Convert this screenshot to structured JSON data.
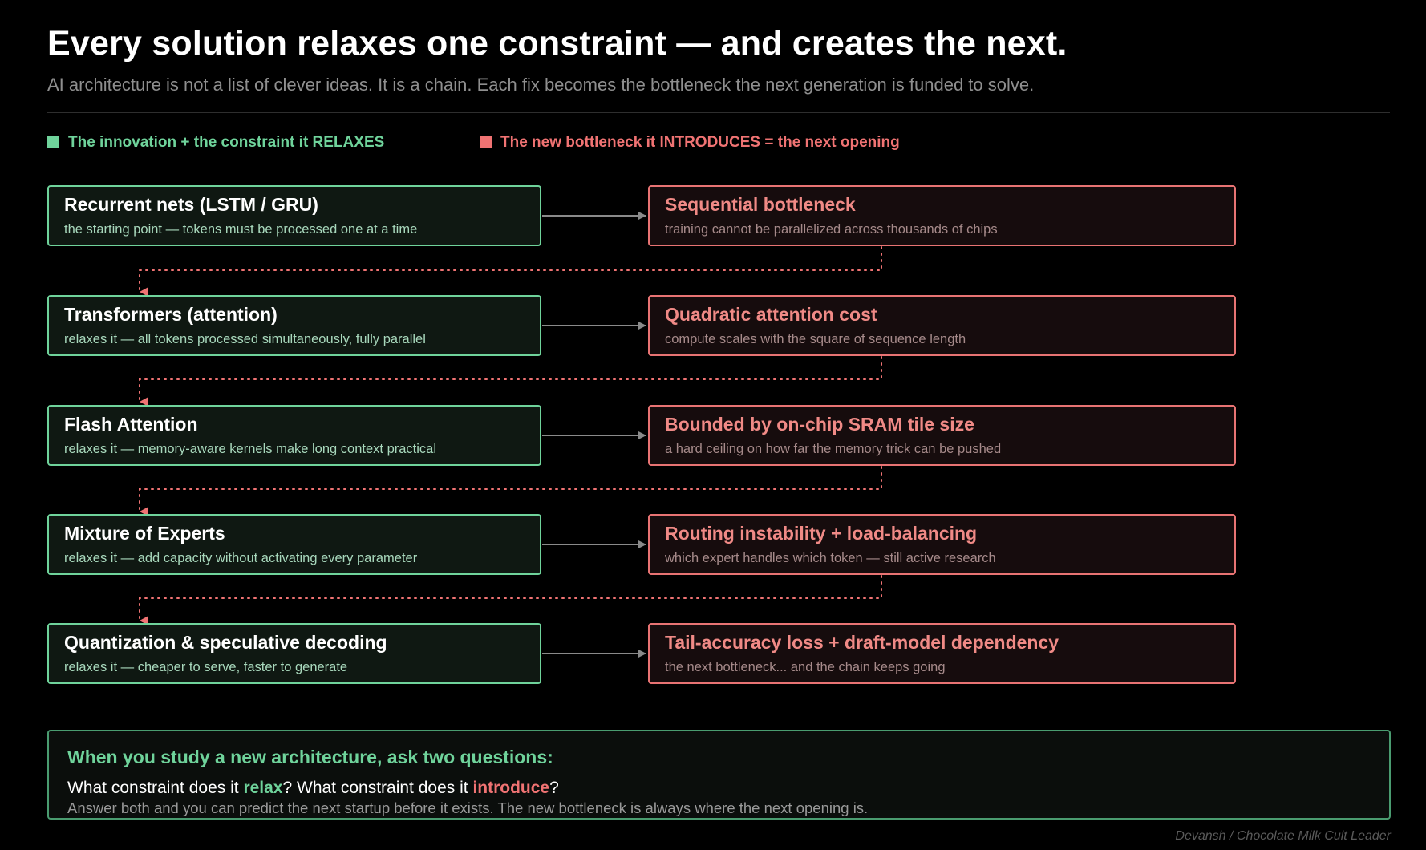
{
  "header": {
    "title": "Every solution relaxes one constraint — and creates the next.",
    "subtitle": "AI architecture is not a list of clever ideas. It is a chain. Each fix becomes the bottleneck the next generation is funded to solve."
  },
  "legend": {
    "relaxes": "The innovation + the constraint it RELAXES",
    "introduces": "The new bottleneck it INTRODUCES = the next opening"
  },
  "chain": [
    {
      "innovation": {
        "title": "Recurrent nets (LSTM / GRU)",
        "desc": "the starting point — tokens must be processed one at a time"
      },
      "bottleneck": {
        "title": "Sequential bottleneck",
        "desc": "training cannot be parallelized across thousands of chips"
      }
    },
    {
      "innovation": {
        "title": "Transformers (attention)",
        "desc": "relaxes it — all tokens processed simultaneously, fully parallel"
      },
      "bottleneck": {
        "title": "Quadratic attention cost",
        "desc": "compute scales with the square of sequence length"
      }
    },
    {
      "innovation": {
        "title": "Flash Attention",
        "desc": "relaxes it — memory-aware kernels make long context practical"
      },
      "bottleneck": {
        "title": "Bounded by on-chip SRAM tile size",
        "desc": "a hard ceiling on how far the memory trick can be pushed"
      }
    },
    {
      "innovation": {
        "title": "Mixture of Experts",
        "desc": "relaxes it — add capacity without activating every parameter"
      },
      "bottleneck": {
        "title": "Routing instability + load-balancing",
        "desc": "which expert handles which token — still active research"
      }
    },
    {
      "innovation": {
        "title": "Quantization & speculative decoding",
        "desc": "relaxes it — cheaper to serve, faster to generate"
      },
      "bottleneck": {
        "title": "Tail-accuracy loss + draft-model dependency",
        "desc": "the next bottleneck... and the chain keeps going"
      }
    }
  ],
  "footer": {
    "heading": "When you study a new architecture, ask two questions:",
    "q_part1": "What constraint does it ",
    "q_relax": "relax",
    "q_part2": "? What constraint does it ",
    "q_introduce": "introduce",
    "q_part3": "?",
    "note": "Answer both and you can predict the next startup before it exists. The new bottleneck is always where the next opening is."
  },
  "credit": "Devansh / Chocolate Milk Cult Leader",
  "colors": {
    "relax_green": "#6fd39b",
    "introduce_red": "#f07373",
    "background": "#000000",
    "arrow_gray": "#8a8a8a"
  }
}
